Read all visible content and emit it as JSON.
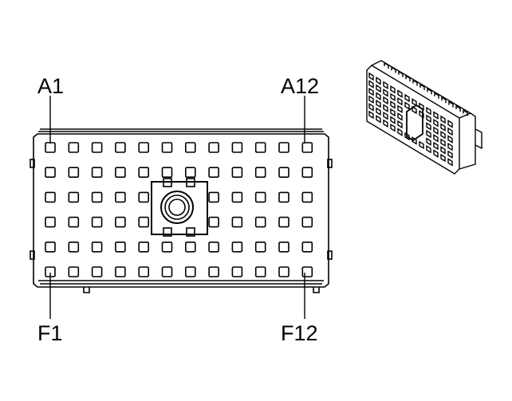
{
  "connector": {
    "labels": {
      "top_left": "A1",
      "top_right": "A12",
      "bottom_left": "F1",
      "bottom_right": "F12"
    },
    "rows": [
      "A",
      "B",
      "C",
      "D",
      "E",
      "F"
    ],
    "columns": 12,
    "center_feature": "keyed-post-with-round-boss",
    "line_color": "#000000",
    "background": "#ffffff"
  }
}
